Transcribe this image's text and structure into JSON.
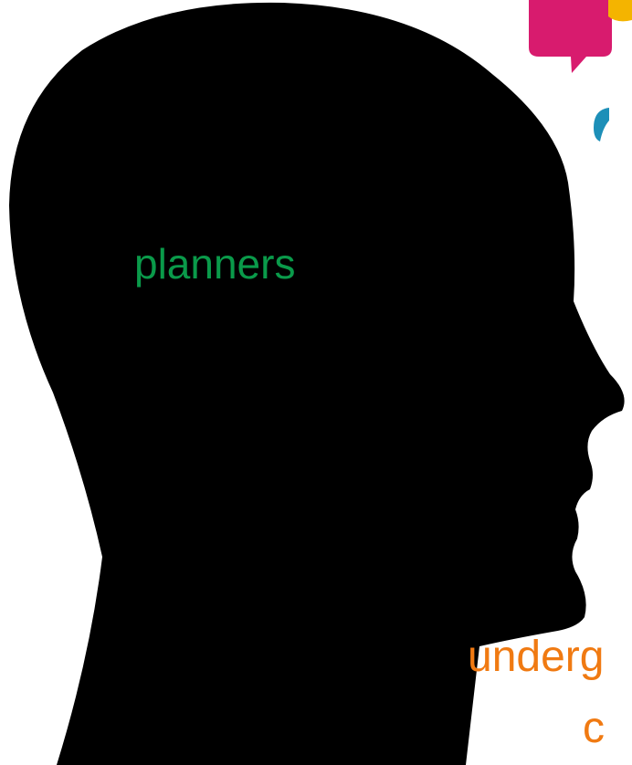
{
  "labels": {
    "planners": "planners",
    "underg": "underg",
    "c": "c"
  },
  "colors": {
    "background": "#ffffff",
    "head_silhouette": "#000000",
    "planners_text": "#0a9a4a",
    "orange_text": "#f07a12",
    "pink_bubble": "#d81b6e",
    "yellow_bubble": "#f4b400",
    "teal_bubble": "#1d8fb8"
  },
  "icons": [
    "speech-bubble-pink-icon",
    "speech-bubble-yellow-icon",
    "speech-bubble-teal-icon",
    "head-silhouette-icon"
  ]
}
